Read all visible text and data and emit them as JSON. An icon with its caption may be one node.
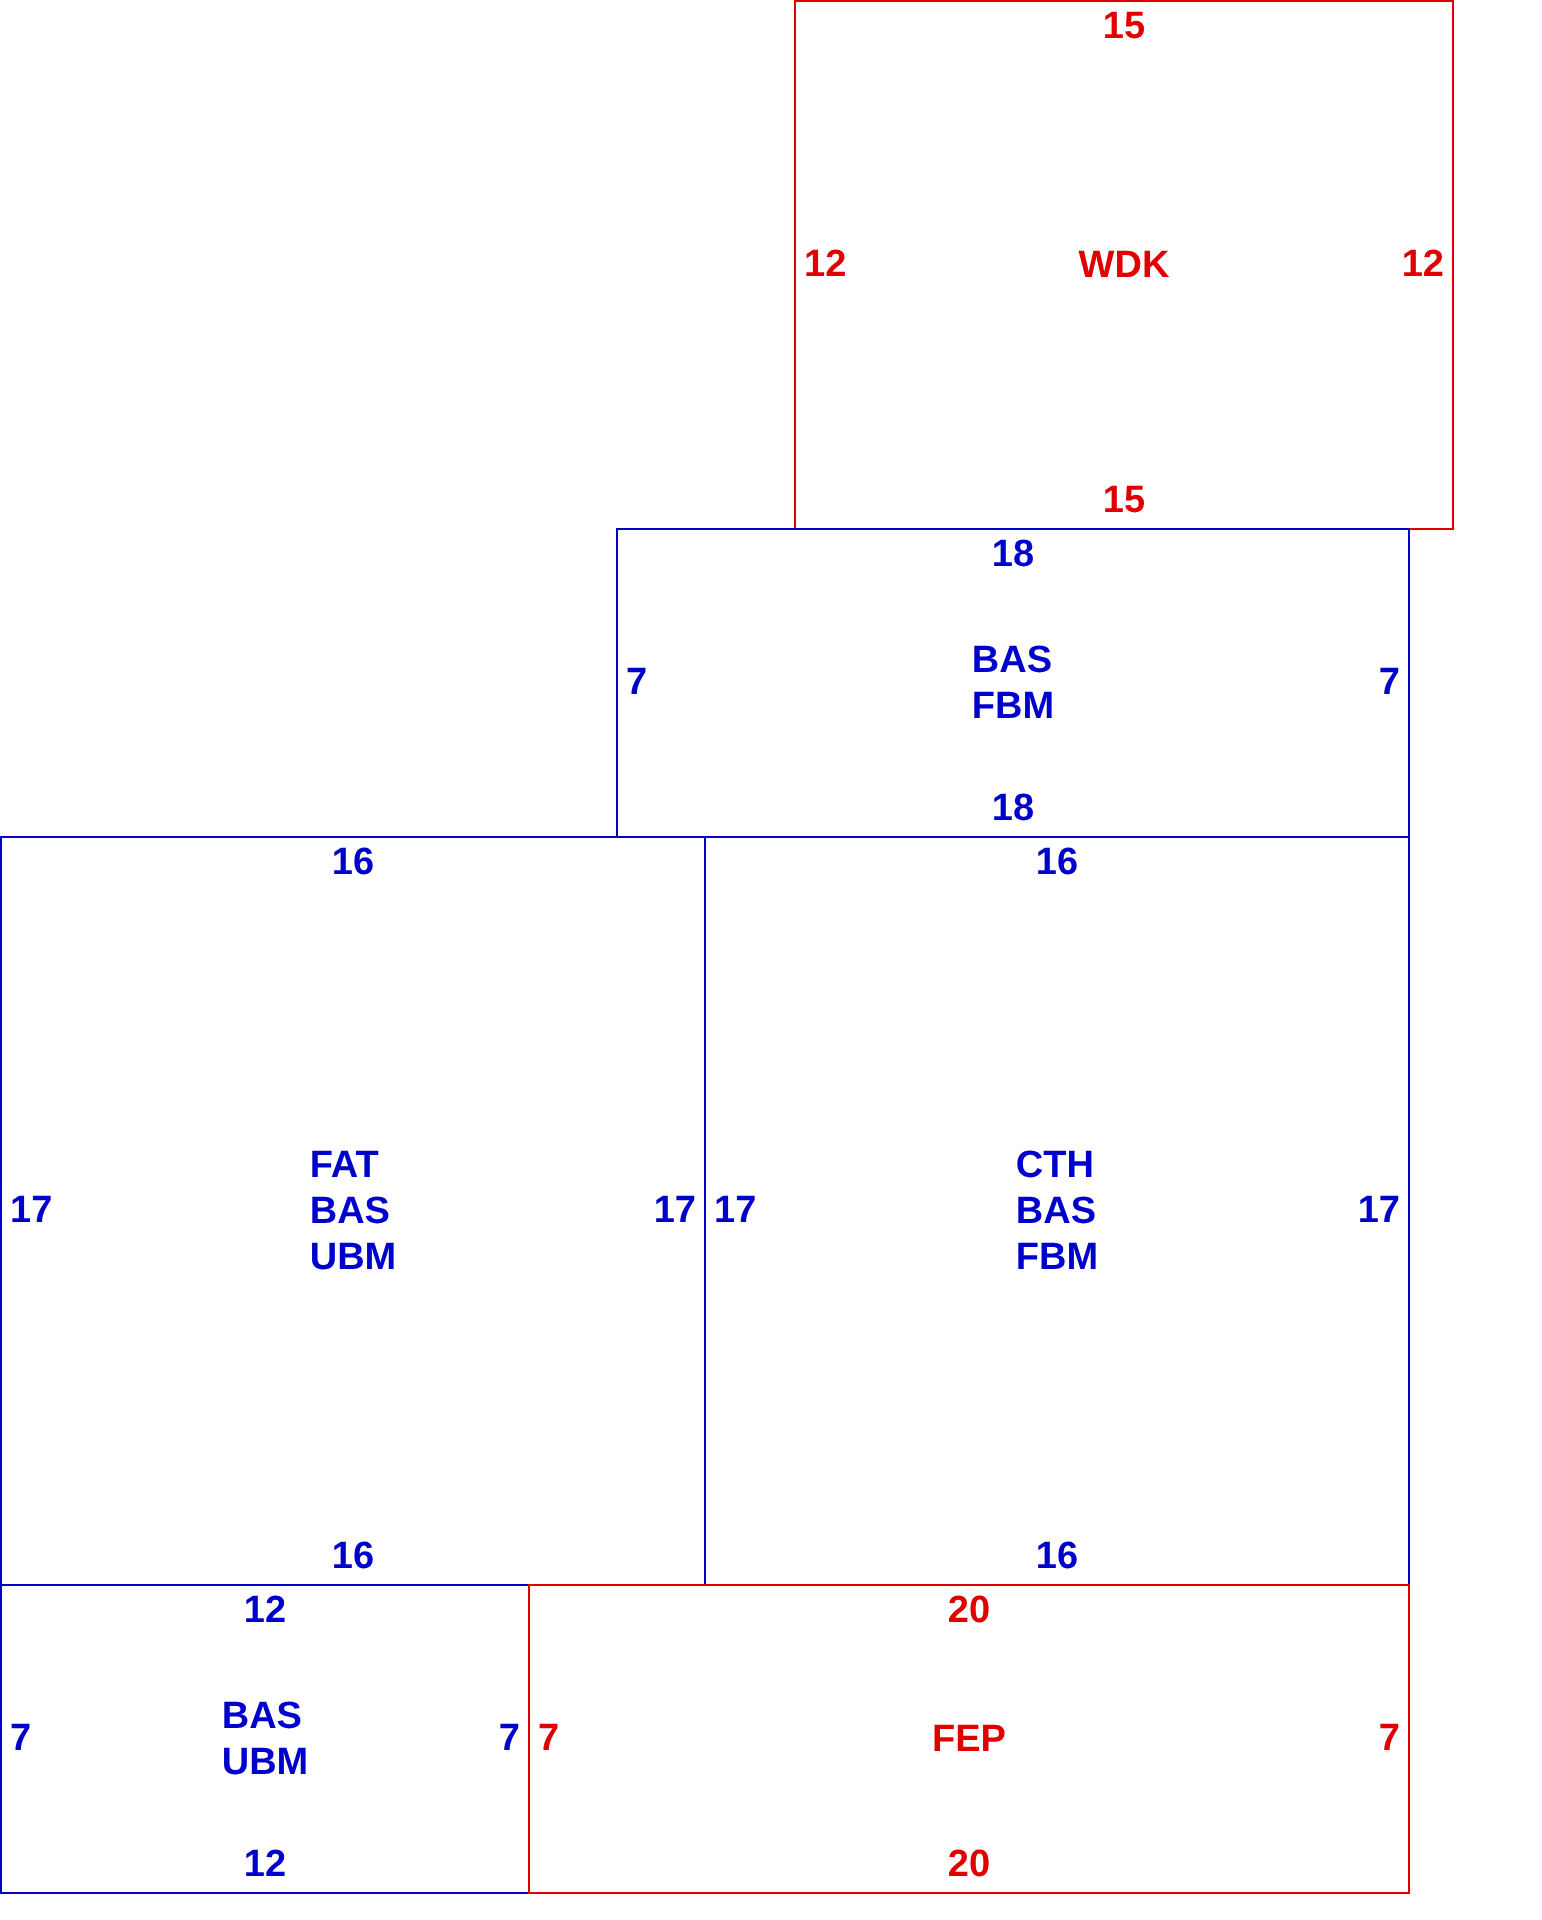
{
  "diagram": {
    "nodes": [
      {
        "text": [
          "15",
          "12",
          "WDK",
          "12",
          "15"
        ]
      },
      {
        "text": [
          "18",
          "7",
          "BAS FBM",
          "7",
          "18"
        ]
      },
      {
        "text": [
          "16",
          "17",
          "FAT BAS UBM",
          "17",
          "16"
        ]
      },
      {
        "text": [
          "16",
          "17",
          "CTH BAS FBM",
          "17",
          "16"
        ]
      },
      {
        "text": [
          "12",
          "7",
          "BAS UBM",
          "7",
          "12"
        ]
      },
      {
        "text": [
          "20",
          "7",
          "FEP",
          "7",
          "20"
        ]
      }
    ]
  }
}
